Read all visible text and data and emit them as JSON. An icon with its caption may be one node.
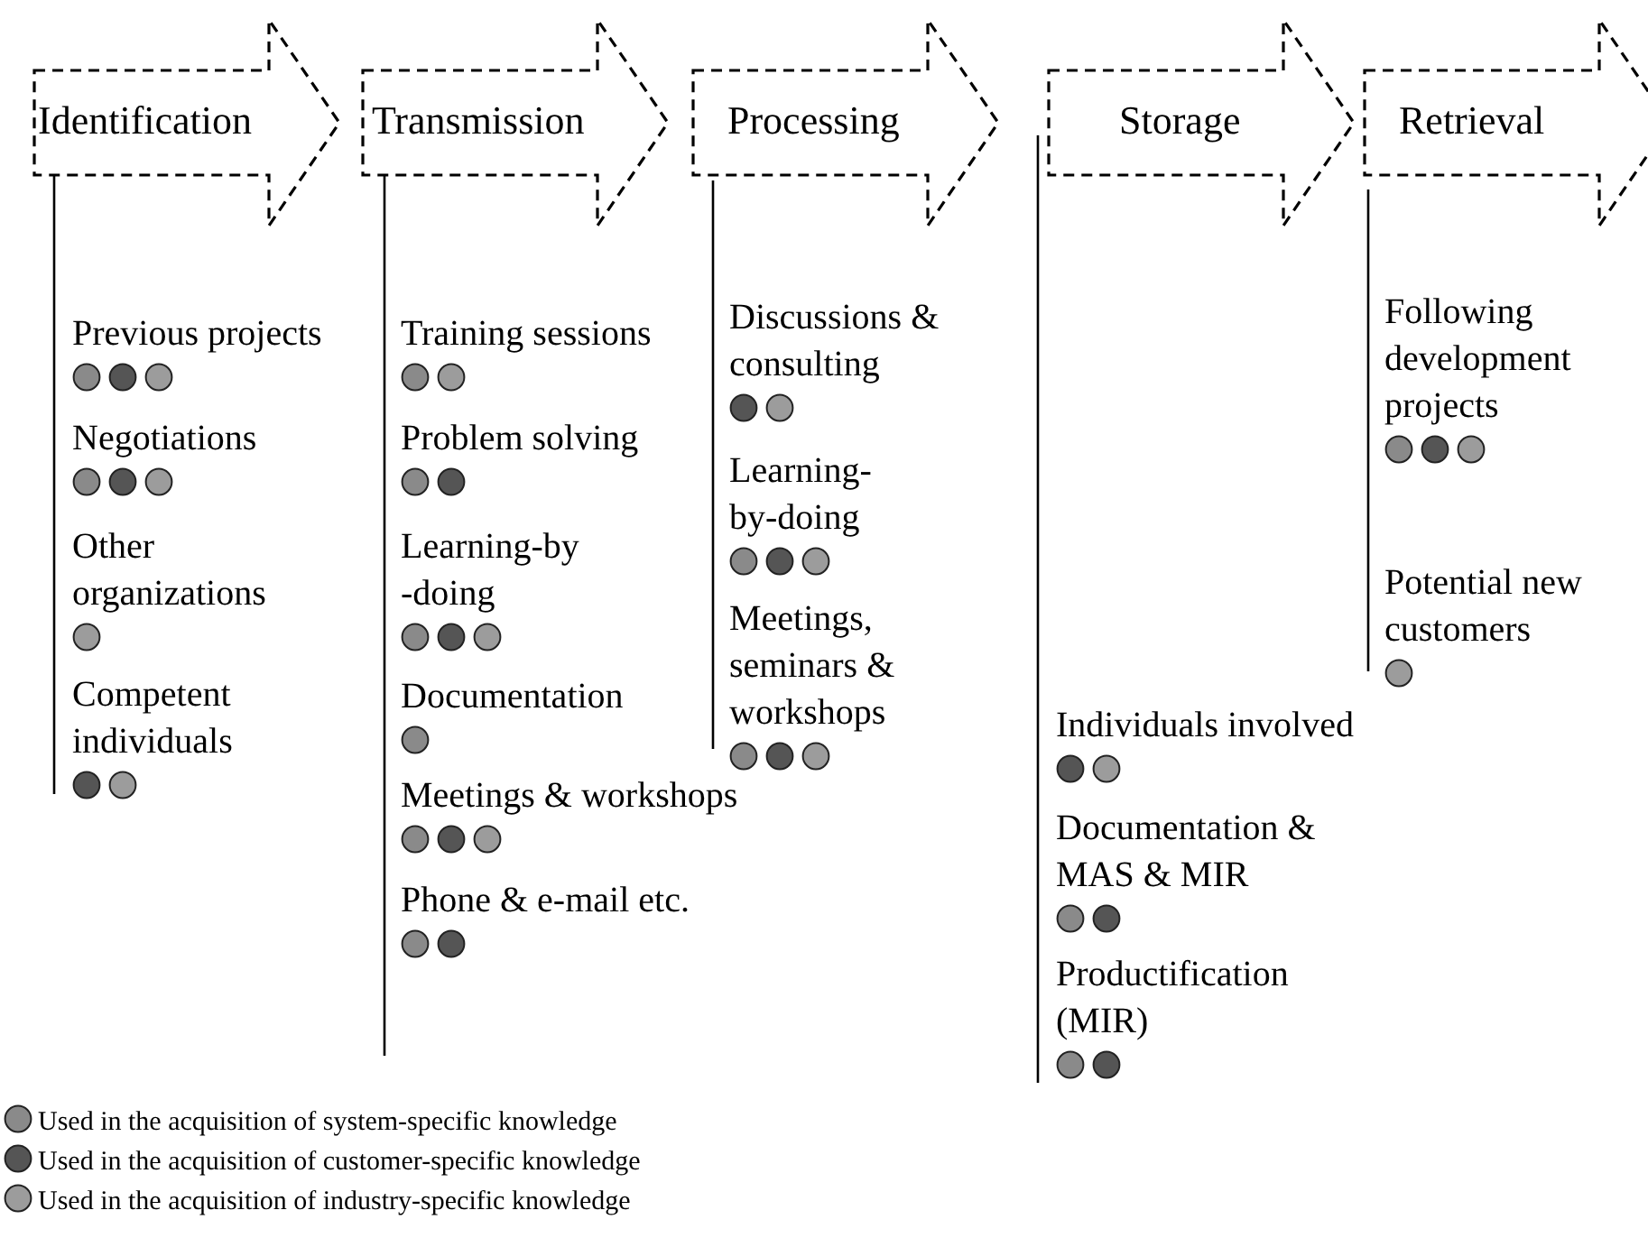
{
  "diagram": {
    "nodes": [
      {
        "text": [
          "Identification"
        ]
      },
      {
        "text": [
          "Transmission"
        ]
      },
      {
        "text": [
          "Processing"
        ]
      },
      {
        "text": [
          "Storage"
        ]
      },
      {
        "text": [
          "Retrieval"
        ]
      }
    ],
    "labels": [
      "Previous projects",
      "Negotiations",
      "Other organizations",
      "Competent individuals",
      "Training sessions",
      "Problem solving",
      "Learning-by -doing",
      "Documentation",
      "Meetings & workshops",
      "Phone & e-mail etc.",
      "Discussions & consulting",
      "Learning- by-doing",
      "Meetings, seminars & workshops",
      "Individuals involved",
      "Documentation & MAS & MIR",
      "Productification (MIR)",
      "Following development projects",
      "Potential new customers"
    ],
    "legend": [
      {
        "text": "Used in the acquisition of system-specific knowledge",
        "color": "#8a8a8a"
      },
      {
        "text": "Used in the acquisition of customer-specific knowledge",
        "color": "#555555"
      },
      {
        "text": "Used in the acquisition of industry-specific knowledge",
        "color": "#9c9c9c"
      }
    ]
  }
}
